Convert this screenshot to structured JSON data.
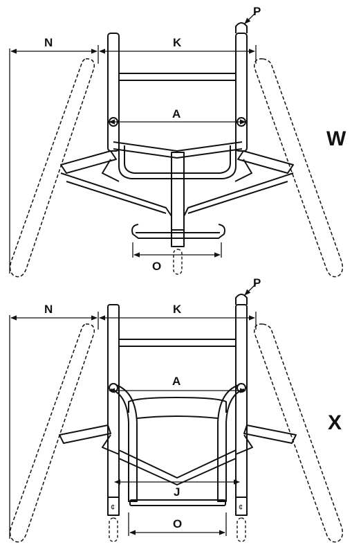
{
  "views": [
    {
      "variant": "W",
      "labels": {
        "N": "N",
        "K": "K",
        "A": "A",
        "O": "O",
        "P": "P"
      }
    },
    {
      "variant": "X",
      "labels": {
        "N": "N",
        "K": "K",
        "A": "A",
        "O": "O",
        "P": "P",
        "J": "J"
      },
      "centerline_symbol": "¢"
    }
  ],
  "colors": {
    "ink": "#111111",
    "background": "#ffffff"
  }
}
